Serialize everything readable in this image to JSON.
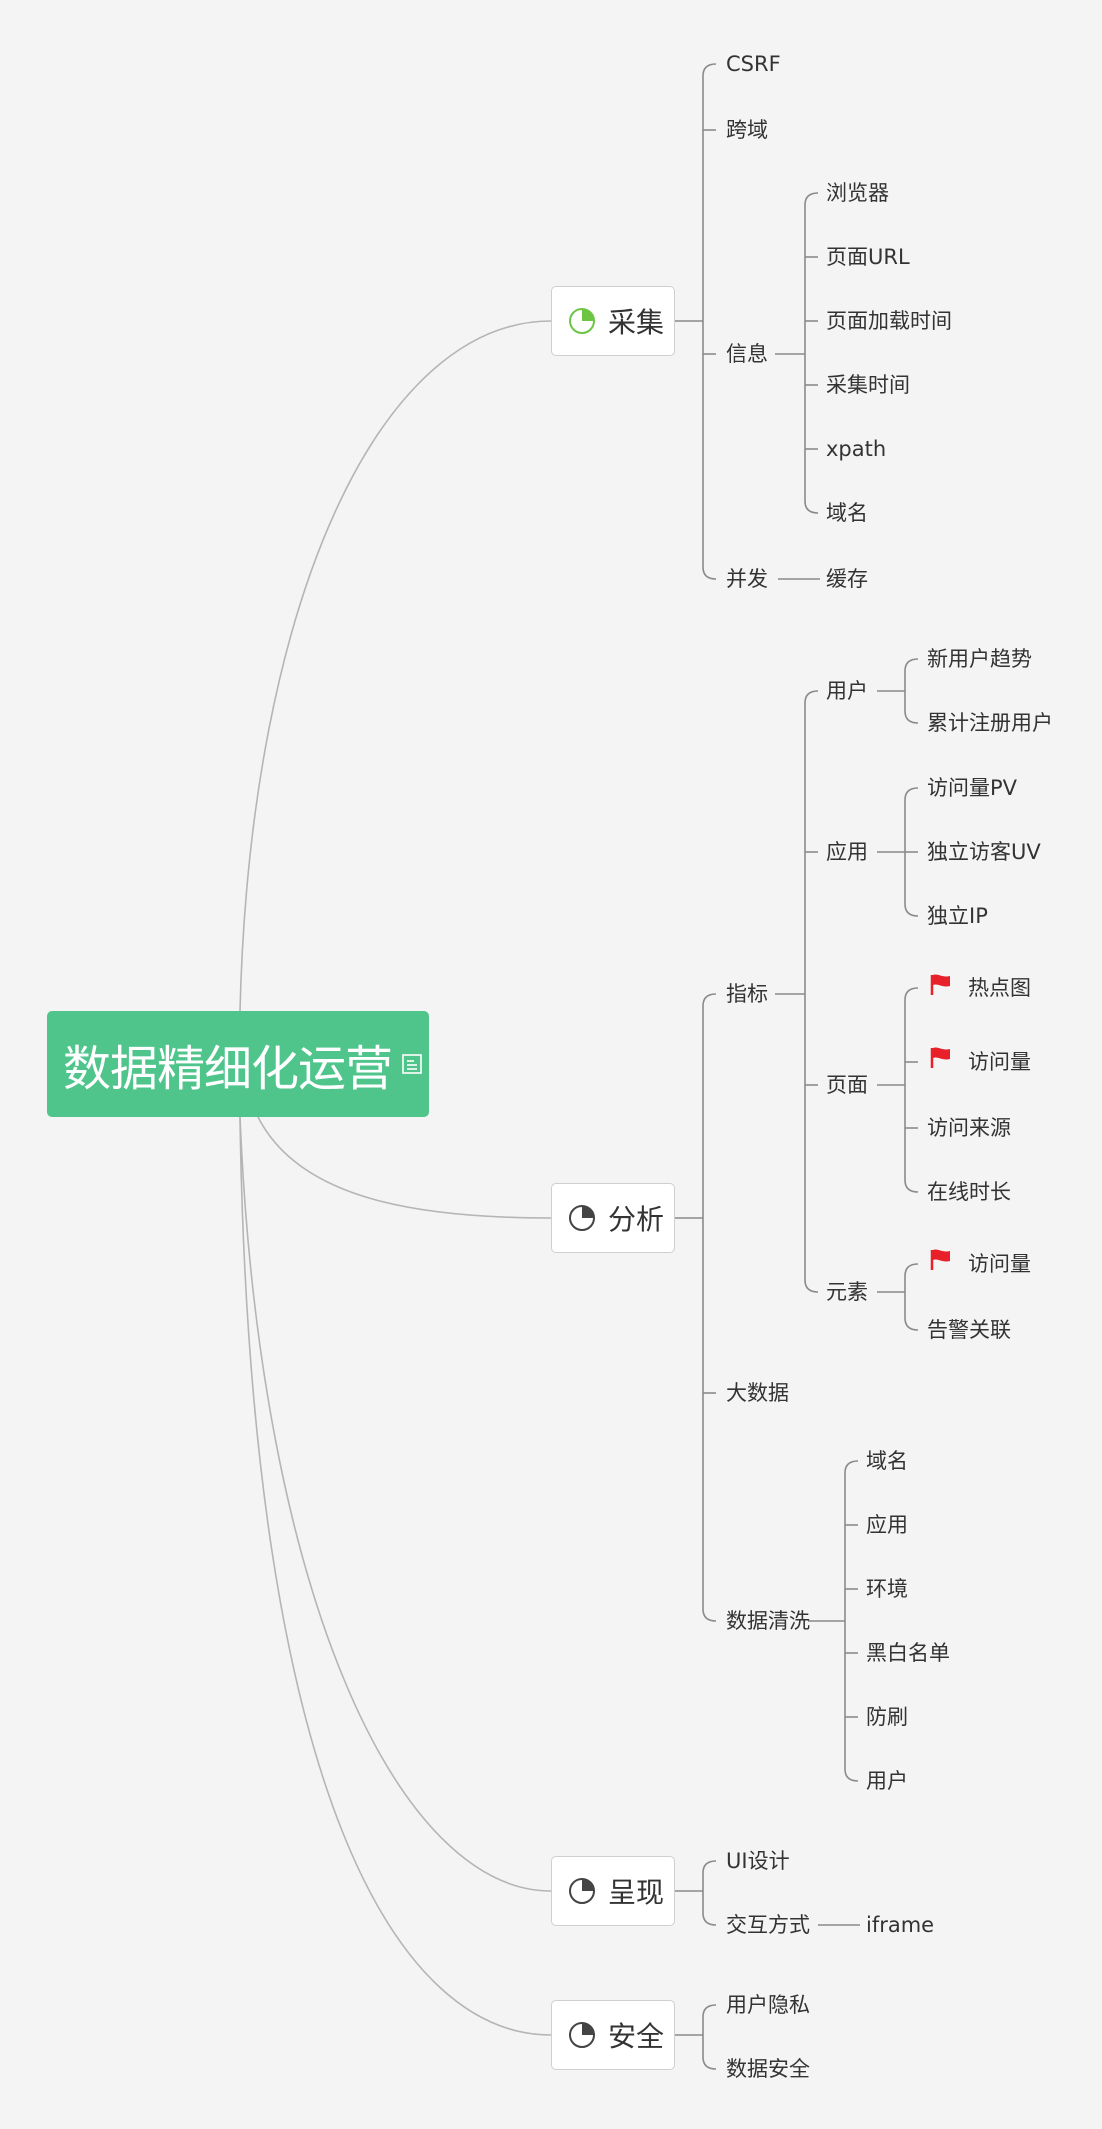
{
  "root": {
    "title": "数据精细化运营",
    "note_icon": "note-icon"
  },
  "branches": {
    "collect": {
      "label": "采集",
      "progress": 0.25,
      "items": {
        "csrf": "CSRF",
        "cross_domain": "跨域",
        "info": {
          "label": "信息",
          "children": [
            "浏览器",
            "页面URL",
            "页面加载时间",
            "采集时间",
            "xpath",
            "域名"
          ]
        },
        "concurrency": {
          "label": "并发",
          "child": "缓存"
        }
      }
    },
    "analysis": {
      "label": "分析",
      "progress": 0.25,
      "metrics": {
        "label": "指标",
        "user": {
          "label": "用户",
          "children": [
            "新用户趋势",
            "累计注册用户"
          ]
        },
        "app": {
          "label": "应用",
          "children": [
            "访问量PV",
            "独立访客UV",
            "独立IP"
          ]
        },
        "page": {
          "label": "页面",
          "children": [
            "热点图",
            "访问量",
            "访问来源",
            "在线时长"
          ],
          "flagged": [
            "热点图",
            "访问量"
          ]
        },
        "element": {
          "label": "元素",
          "children": [
            "访问量",
            "告警关联"
          ],
          "flagged": [
            "访问量"
          ]
        }
      },
      "big_data": "大数据",
      "cleaning": {
        "label": "数据清洗",
        "children": [
          "域名",
          "应用",
          "环境",
          "黑白名单",
          "防刷",
          "用户"
        ]
      }
    },
    "present": {
      "label": "呈现",
      "progress": 0.25,
      "ui_design": "UI设计",
      "interaction": {
        "label": "交互方式",
        "child": "iframe"
      }
    },
    "security": {
      "label": "安全",
      "progress": 0.25,
      "children": [
        "用户隐私",
        "数据安全"
      ]
    }
  },
  "colors": {
    "root": "#4fc58c",
    "collect_progress": "#6cc644",
    "progress_dark": "#444444",
    "flag": "#e8202a",
    "line": "#888888",
    "curve": "#b8b8b8"
  }
}
